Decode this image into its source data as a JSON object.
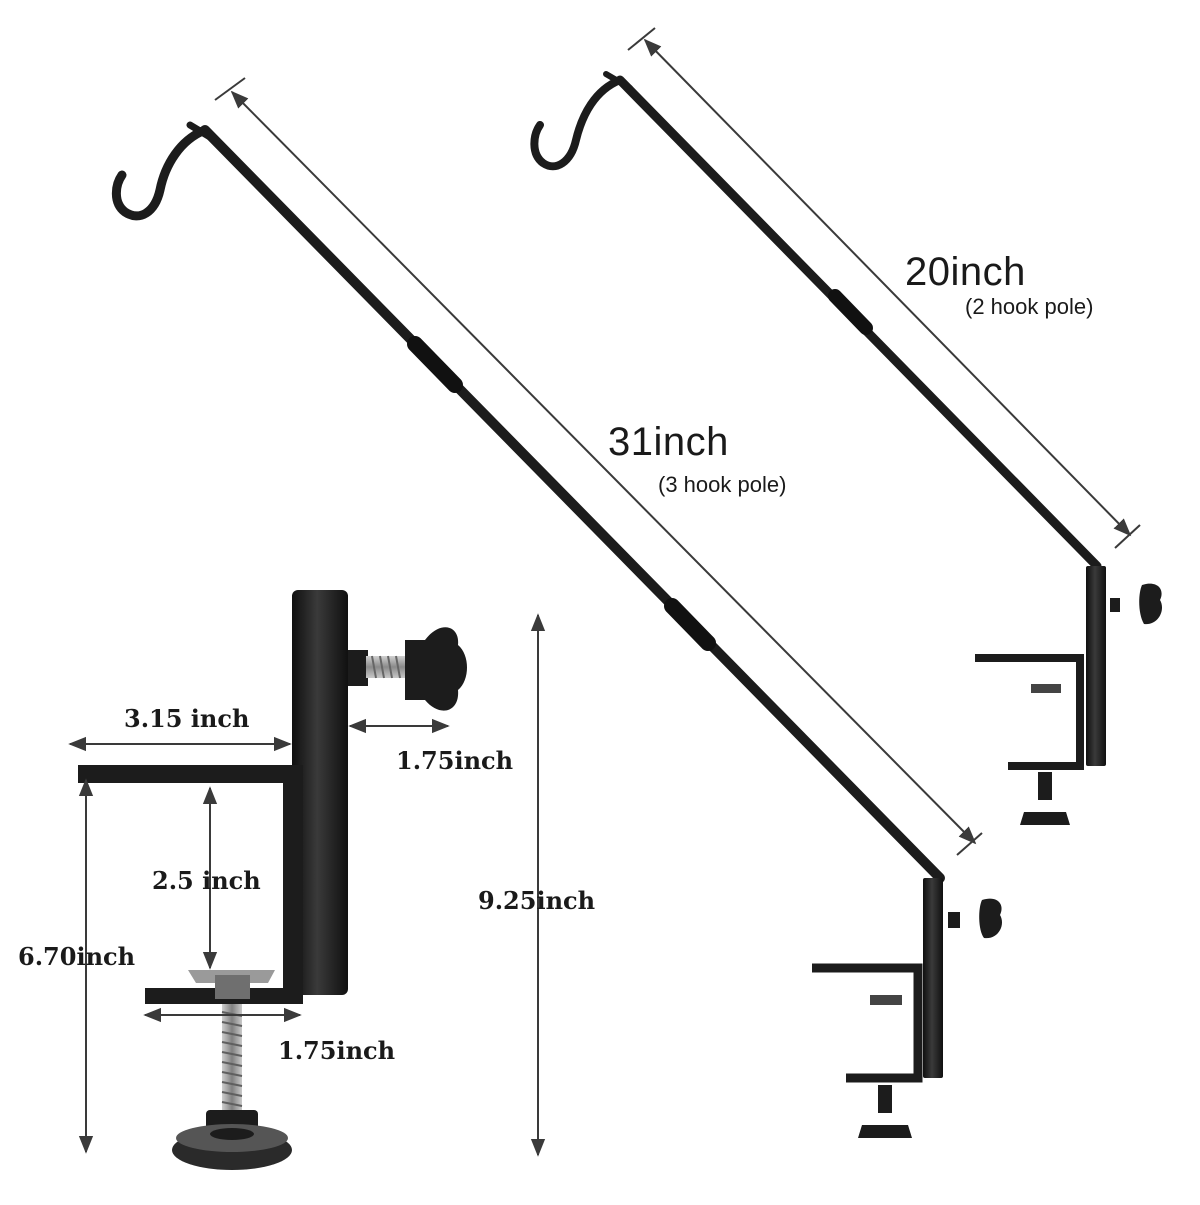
{
  "poles": {
    "long": {
      "length": "31inch",
      "note": "(3 hook pole)"
    },
    "short": {
      "length": "20inch",
      "note": "(2 hook pole)"
    }
  },
  "clamp_dimensions": {
    "arm_length": "3.15 inch",
    "knob_offset": "1.75inch",
    "opening": "2.5 inch",
    "clamp_height": "6.70inch",
    "base_width": "1.75inch",
    "total_height": "9.25inch"
  },
  "colors": {
    "metal": "#1c1c1c",
    "steel": "#9a9a9a",
    "dimension_line": "#3a3a3a",
    "text": "#1a1a1a"
  }
}
